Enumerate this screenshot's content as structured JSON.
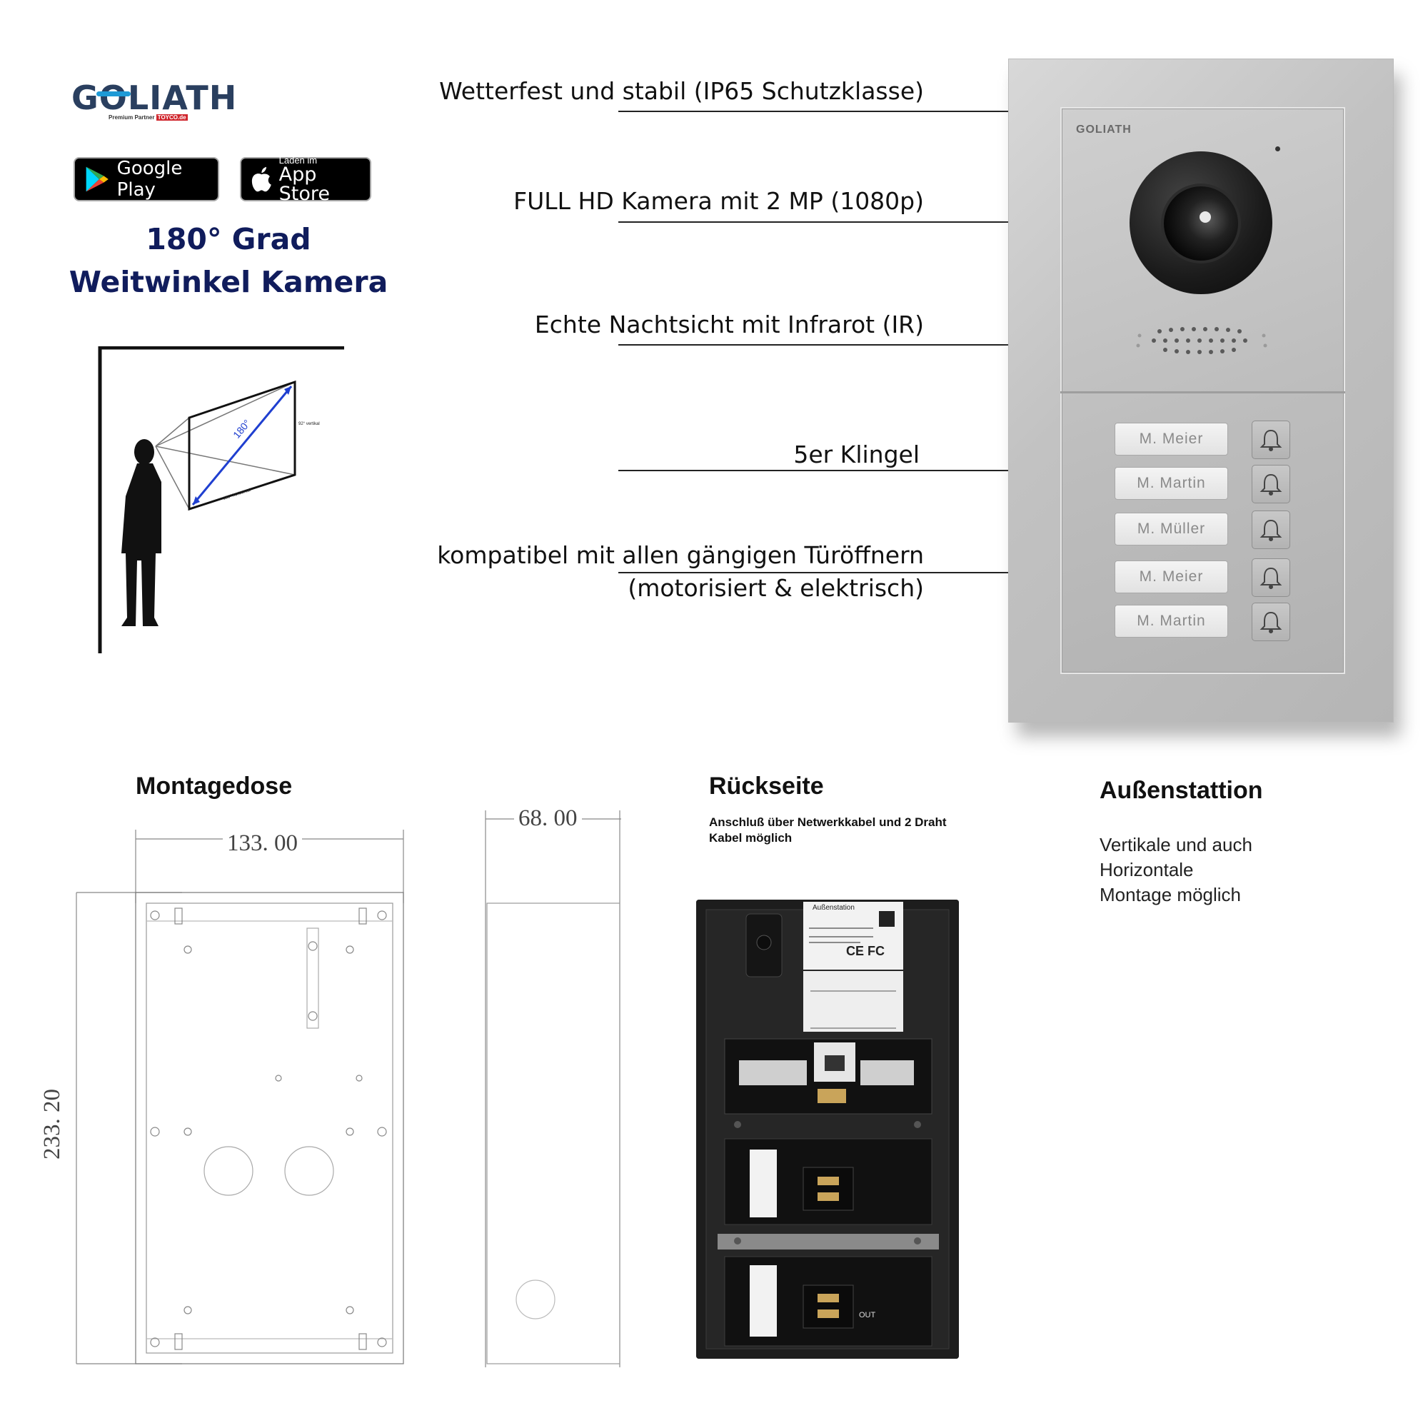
{
  "brand": {
    "logo_text_pre": "G",
    "logo_text_o": "O",
    "logo_text_post": "LIATH",
    "logo_sub": "Premium Partner",
    "logo_sub_mark": "TOYCO.de"
  },
  "stores": {
    "google_play": "Google Play",
    "app_store_small": "Laden im",
    "app_store_big": "App Store"
  },
  "headline": {
    "line1": "180° Grad",
    "line2": "Weitwinkel Kamera"
  },
  "diagram": {
    "angle_label": "180°",
    "vertical_label": "92° vertikal",
    "horizontal_label": "180° horizontal"
  },
  "features": [
    "Wetterfest und stabil (IP65 Schutzklasse)",
    "FULL HD Kamera mit 2 MP (1080p)",
    "Echte Nachtsicht mit Infrarot (IR)",
    "5er Klingel",
    "kompatibel mit allen gängigen Türöffnern",
    "(motorisiert & elektrisch)"
  ],
  "panel": {
    "face_logo": "GOLIATH",
    "name_plates": [
      "M. Meier",
      "M. Martin",
      "M. Müller",
      "M. Meier",
      "M. Martin"
    ]
  },
  "montagedose": {
    "title": "Montagedose",
    "width_label": "133. 00",
    "height_label": "233. 20",
    "depth_label": "68. 00"
  },
  "rueckseite": {
    "title": "Rückseite",
    "note": "Anschluß über Netwerkkabel und 2 Draht Kabel möglich",
    "sticker_title": "Außenstation",
    "sticker_ce": "CE FC",
    "port_label": "OUT"
  },
  "aussenstation": {
    "title": "Außenstattion",
    "lines": [
      "Vertikale und auch",
      "Horizontale",
      "Montage möglich"
    ]
  },
  "colors": {
    "headline": "#101c5c",
    "logo_blue": "#1e9ad6",
    "logo_dark": "#2a3f5f",
    "arrow_blue": "#1f3fd0"
  }
}
